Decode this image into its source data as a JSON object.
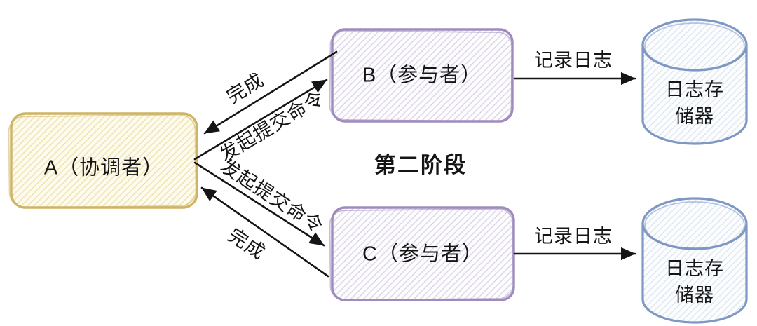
{
  "phase": {
    "label": "第二阶段",
    "color": "#3D6EC6"
  },
  "nodes": {
    "a": {
      "id": "A",
      "label": "A（协调者）",
      "role": "coordinator",
      "border_color": "#CEB464"
    },
    "b": {
      "id": "B",
      "label": "B（参与者）",
      "role": "participant",
      "border_color": "#9F8CBD"
    },
    "c": {
      "id": "C",
      "label": "C（参与者）",
      "role": "participant",
      "border_color": "#9F8CBD"
    }
  },
  "stores": [
    {
      "label_lines": [
        "日志存",
        "储器"
      ],
      "border_color": "#7F97C3"
    },
    {
      "label_lines": [
        "日志存",
        "储器"
      ],
      "border_color": "#7F97C3"
    }
  ],
  "edges": {
    "b_to_a": {
      "from": "B",
      "to": "A",
      "label": "完成"
    },
    "a_to_b": {
      "from": "A",
      "to": "B",
      "label": "发起提交命令"
    },
    "a_to_c": {
      "from": "A",
      "to": "C",
      "label": "发起提交命令"
    },
    "c_to_a": {
      "from": "C",
      "to": "A",
      "label": "完成"
    },
    "b_to_store": {
      "from": "B",
      "to": "log-store-top",
      "label": "记录日志"
    },
    "c_to_store": {
      "from": "C",
      "to": "log-store-bottom",
      "label": "记录日志"
    }
  },
  "arrow_color": "#151515"
}
